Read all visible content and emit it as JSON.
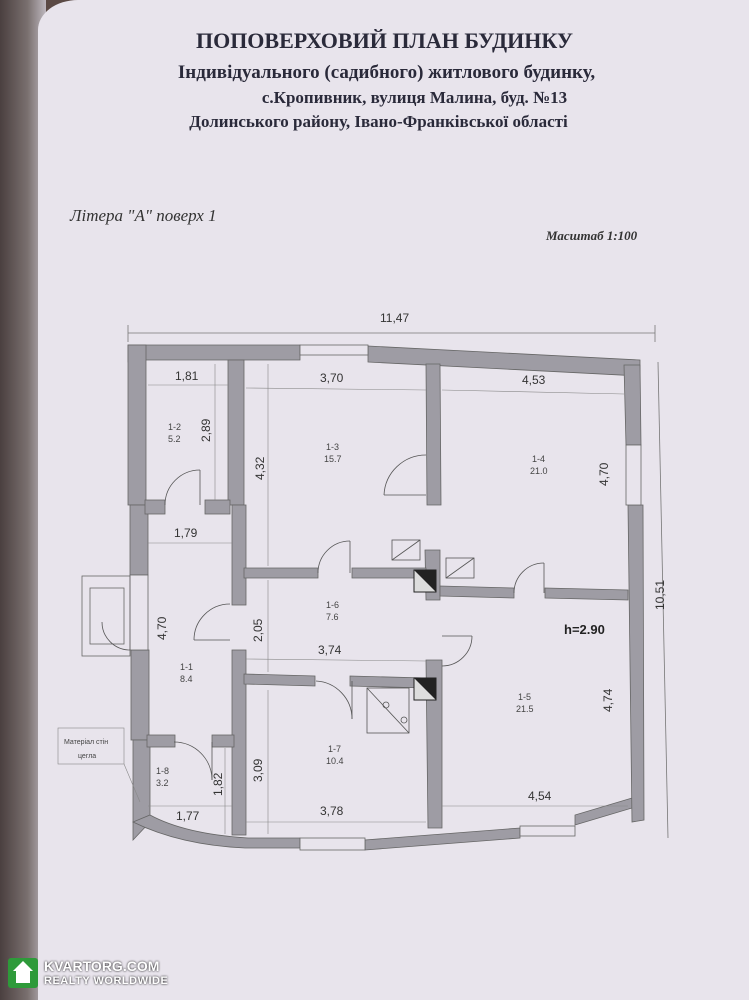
{
  "header": {
    "title": "ПОПОВЕРХОВИЙ ПЛАН БУДИНКУ",
    "line2": "Індивідуального (садибного)  житлового будинку,",
    "line3": "с.Кропивник, вулиця  Малина, буд. №13",
    "line4": "Долинського району, Івано-Франківської області"
  },
  "floor_label": "Літера \"А\"  поверх  1",
  "scale_label": "Масштаб 1:100",
  "dimensions": {
    "overall_width": "11,47",
    "overall_height": "10,51",
    "d_181": "1,81",
    "d_370": "3,70",
    "d_453": "4,53",
    "d_289": "2,89",
    "d_432": "4,32",
    "d_470_right": "4,70",
    "d_179": "1,79",
    "d_470_left": "4,70",
    "d_205": "2,05",
    "d_374": "3,74",
    "d_474": "4,74",
    "d_309": "3,09",
    "d_182": "1,82",
    "d_177": "1,77",
    "d_378": "3,78",
    "d_454": "4,54"
  },
  "rooms": [
    {
      "id": "1-2",
      "area": "5.2"
    },
    {
      "id": "1-3",
      "area": "15.7"
    },
    {
      "id": "1-4",
      "area": "21.0"
    },
    {
      "id": "1-6",
      "area": "7.6"
    },
    {
      "id": "1-1",
      "area": "8.4"
    },
    {
      "id": "1-5",
      "area": "21.5"
    },
    {
      "id": "1-7",
      "area": "10.4"
    },
    {
      "id": "1-8",
      "area": "3.2"
    }
  ],
  "height_label": "h=2.90",
  "side_note": [
    "Матеріал стін",
    "цегла"
  ],
  "watermark": {
    "line1": "KVARTORG.COM",
    "line2": "REALTY WORLDWIDE"
  }
}
